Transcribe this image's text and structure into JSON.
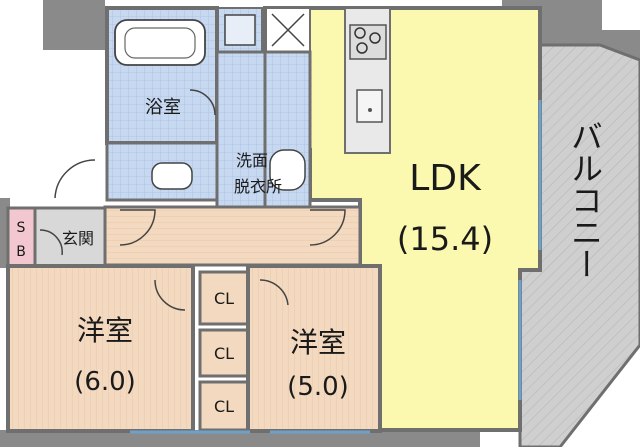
{
  "rooms": {
    "ldk": {
      "name": "LDK",
      "size": "(15.4)"
    },
    "western1": {
      "name": "洋室",
      "size": "(6.0)"
    },
    "western2": {
      "name": "洋室",
      "size": "(5.0)"
    },
    "bath": {
      "name": "浴室"
    },
    "washroom": {
      "line1": "洗面",
      "line2": "脱衣所"
    },
    "entrance": {
      "name": "玄関"
    },
    "shoebox": {
      "line1": "S",
      "line2": "B"
    },
    "balcony": {
      "name": "バルコニー"
    },
    "closets": [
      "CL",
      "CL",
      "CL"
    ]
  },
  "colors": {
    "ldk": "#fbf8b0",
    "balcony": "#cfcfcf",
    "floor_wood": "#f3d9bf",
    "wet_area": "#c7d8f1",
    "entrance_tile": "#d8d8d8",
    "shoebox": "#f3c7cf",
    "wall": "#6f6f6f",
    "outer": "#9a9a9a"
  }
}
